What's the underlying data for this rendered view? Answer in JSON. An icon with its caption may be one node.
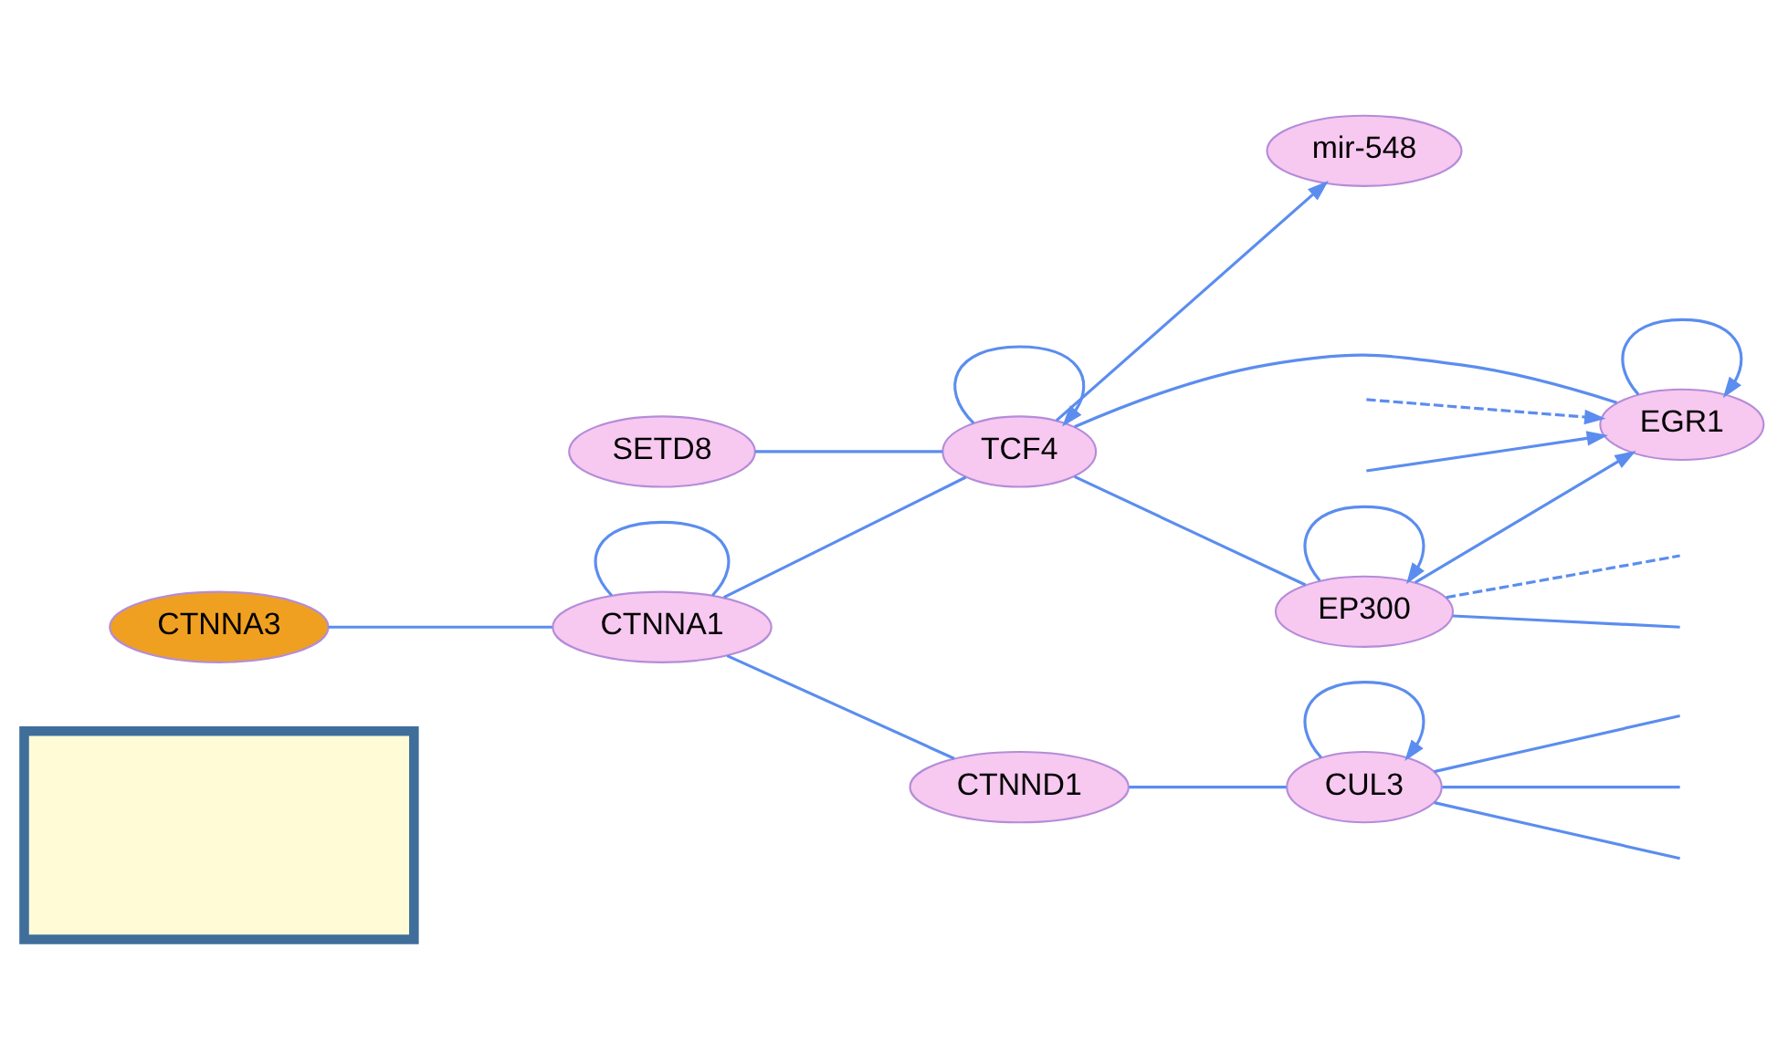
{
  "diagram": {
    "nodes": [
      {
        "text": [],
        "shape": "box"
      },
      {
        "text": [
          "SETD8"
        ]
      },
      {
        "text": [
          "mir-548"
        ]
      },
      {
        "text": [
          "EGR1"
        ]
      },
      {
        "text": [
          "TCF4"
        ]
      },
      {
        "text": [
          "EP300"
        ]
      },
      {
        "text": [
          "CTNNA3"
        ]
      },
      {
        "text": [
          "CTNNA1"
        ]
      },
      {
        "text": [
          "CTNND1"
        ]
      },
      {
        "text": [
          "CUL3"
        ]
      }
    ],
    "edges": [
      {
        "from": 6,
        "to": 7,
        "arrow": "none"
      },
      {
        "from": 7,
        "to": 7,
        "arrow": "none"
      },
      {
        "from": 7,
        "to": 4,
        "arrow": "none"
      },
      {
        "from": 7,
        "to": 8,
        "arrow": "none"
      },
      {
        "from": 8,
        "to": 9,
        "arrow": "none"
      },
      {
        "from": 4,
        "to": 4,
        "arrow": "to"
      },
      {
        "from": 1,
        "to": 4,
        "arrow": "none"
      },
      {
        "from": 4,
        "to": 2,
        "arrow": "to"
      },
      {
        "from": 4,
        "to": 3,
        "arrow": "none"
      },
      {
        "from": 4,
        "to": 5,
        "arrow": "none"
      },
      {
        "from": 3,
        "to": 3,
        "arrow": "to"
      },
      {
        "from": 5,
        "to": 3,
        "arrow": "to"
      },
      {
        "from": 5,
        "to": 5,
        "arrow": "to"
      },
      {
        "from": 9,
        "to": 9,
        "arrow": "to"
      },
      {
        "from": null,
        "to": 3,
        "arrow": "to"
      },
      {
        "from": null,
        "to": 3,
        "arrow": "to",
        "style": "dashed"
      },
      {
        "from": 5,
        "to": null,
        "arrow": "none",
        "style": "dashed"
      },
      {
        "from": 5,
        "to": null,
        "arrow": "none"
      },
      {
        "from": 9,
        "to": null,
        "arrow": "none"
      },
      {
        "from": 9,
        "to": null,
        "arrow": "none"
      },
      {
        "from": 9,
        "to": null,
        "arrow": "none"
      }
    ]
  }
}
